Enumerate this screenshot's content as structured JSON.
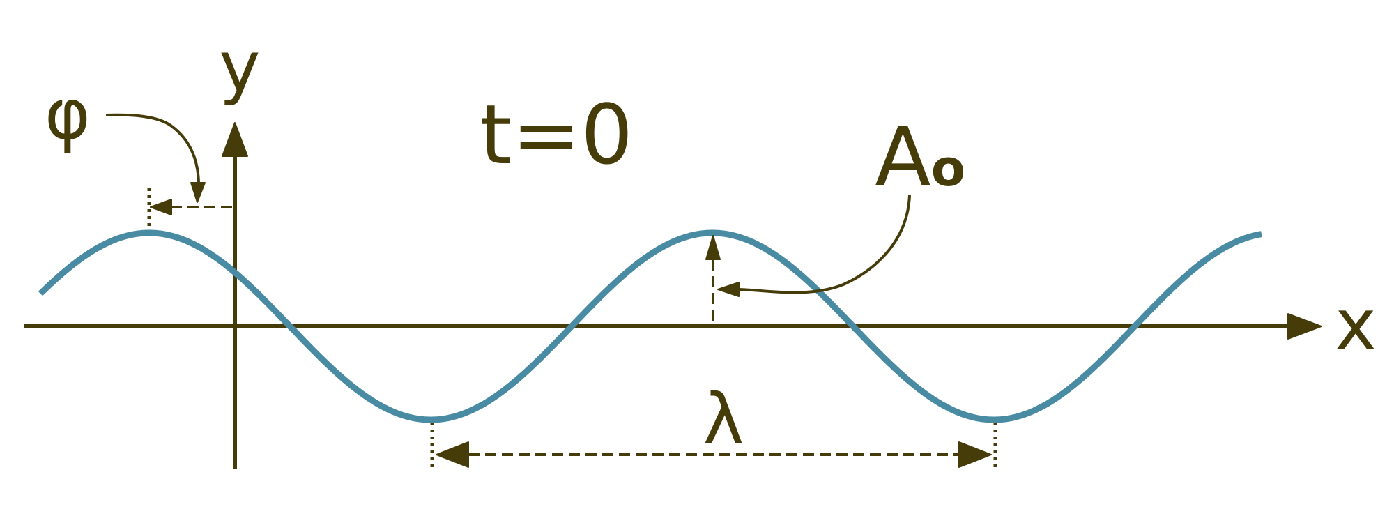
{
  "labels": {
    "y_axis": "y",
    "x_axis": "x",
    "time": "t=0",
    "phase": "φ",
    "amplitude_main": "A",
    "amplitude_sub": "o",
    "wavelength": "λ"
  },
  "colors": {
    "ink": "#453c09",
    "wave": "#4a8ba4",
    "background": "#ffffff"
  }
}
